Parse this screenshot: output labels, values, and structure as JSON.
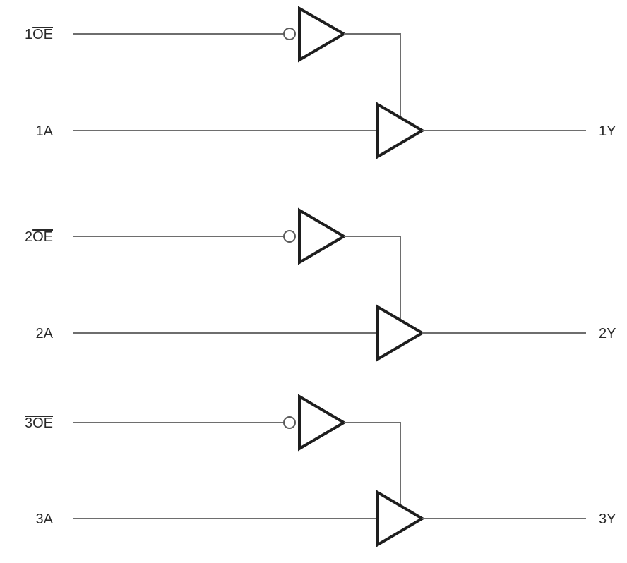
{
  "channels": [
    {
      "oe": {
        "prefix": "1",
        "bar_text": "OE",
        "bar_covers_prefix": false
      },
      "input": "1A",
      "output": "1Y"
    },
    {
      "oe": {
        "prefix": "2",
        "bar_text": "OE",
        "bar_covers_prefix": false
      },
      "input": "2A",
      "output": "2Y"
    },
    {
      "oe": {
        "prefix": "3",
        "bar_text": "OE",
        "bar_covers_prefix": true
      },
      "input": "3A",
      "output": "3Y"
    }
  ]
}
